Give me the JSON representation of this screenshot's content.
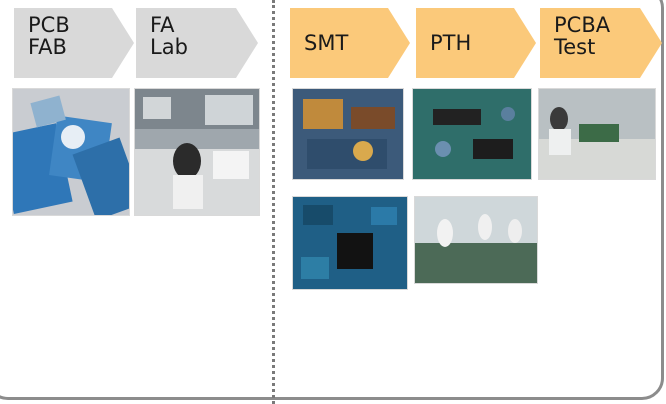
{
  "steps_left": [
    {
      "label": "PCB\nFAB",
      "color": "#d9d9d9"
    },
    {
      "label": "FA\nLab",
      "color": "#d9d9d9"
    }
  ],
  "steps_right": [
    {
      "label": "SMT",
      "color": "#fbc97a"
    },
    {
      "label": "PTH",
      "color": "#fbc97a"
    },
    {
      "label": "PCBA\nTest",
      "color": "#fbc97a"
    }
  ],
  "photos": [
    {
      "name": "pcb-boards-photo"
    },
    {
      "name": "fa-lab-photo"
    },
    {
      "name": "smt-board-photo"
    },
    {
      "name": "pth-board-photo"
    },
    {
      "name": "pcba-test-photo"
    },
    {
      "name": "chip-board-photo"
    },
    {
      "name": "assembly-line-photo"
    }
  ]
}
